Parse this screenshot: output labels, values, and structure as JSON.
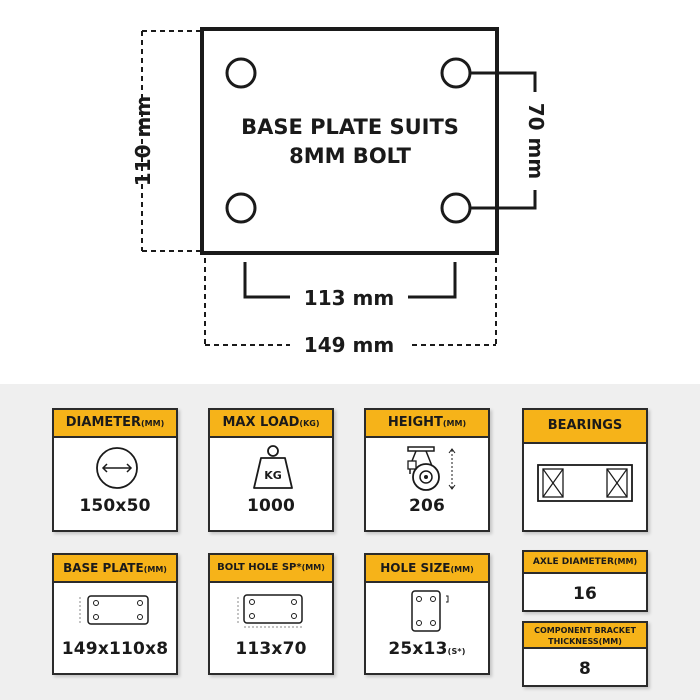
{
  "diagram": {
    "plate_label_line1": "BASE PLATE SUITS",
    "plate_label_line2": "8MM BOLT",
    "dim_height": "110 mm",
    "dim_hole_vertical": "70 mm",
    "dim_hole_horizontal": "113 mm",
    "dim_width": "149 mm"
  },
  "colors": {
    "header": "#f6b319",
    "line": "#1a1a1a",
    "panel": "#efefef"
  },
  "specs": {
    "diameter": {
      "label": "DIAMETER",
      "unit": "(MM)",
      "value": "150x50",
      "icon": "wheel-diameter-icon"
    },
    "max_load": {
      "label": "MAX LOAD",
      "unit": "(KG)",
      "value": "1000",
      "icon": "kg-weight-icon",
      "icon_text": "KG"
    },
    "height": {
      "label": "HEIGHT",
      "unit": "(MM)",
      "value": "206",
      "icon": "castor-wheel-icon"
    },
    "bearings": {
      "label": "BEARINGS",
      "icon": "roller-bearing-icon"
    },
    "base_plate": {
      "label": "BASE PLATE",
      "unit": "(MM)",
      "value": "149x110x8",
      "icon": "base-plate-icon"
    },
    "bolt_hole": {
      "label": "BOLT HOLE SP*",
      "unit": "(MM)",
      "value": "113x70",
      "icon": "bolt-spacing-icon"
    },
    "hole_size": {
      "label": "HOLE SIZE",
      "unit": "(MM)",
      "value": "25x13",
      "value_suffix": "(S*)",
      "icon": "hole-size-icon"
    },
    "axle_diameter": {
      "label": "AXLE DIAMETER",
      "unit": "(MM)",
      "value": "16"
    },
    "bracket_thickness": {
      "label_line1": "COMPONENT BRACKET",
      "label_line2": "THICKNESS",
      "unit": "(MM)",
      "value": "8"
    }
  }
}
